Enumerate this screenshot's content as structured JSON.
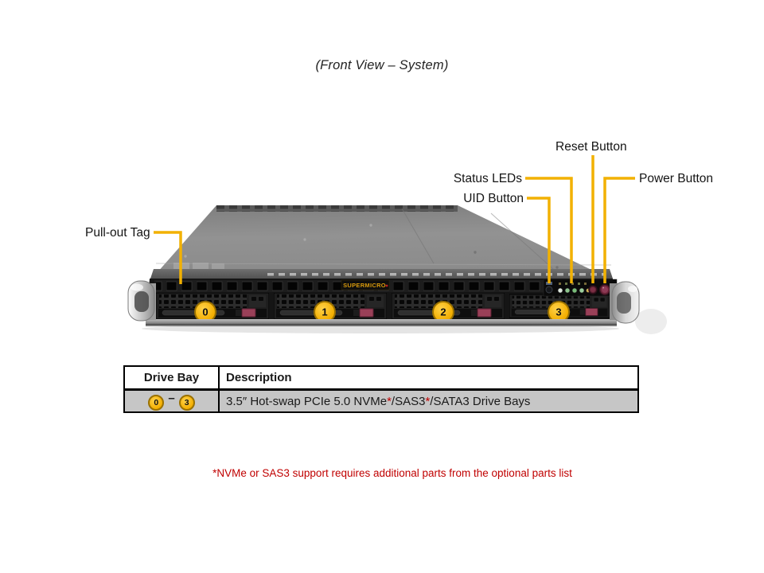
{
  "title": "(Front View – System)",
  "callouts": {
    "reset": {
      "label": "Reset Button"
    },
    "status": {
      "label": "Status LEDs"
    },
    "uid": {
      "label": "UID Button"
    },
    "power": {
      "label": "Power Button"
    },
    "pullout": {
      "label": "Pull-out Tag"
    }
  },
  "server": {
    "logo": "SUPERMICRO",
    "bays": [
      "0",
      "1",
      "2",
      "3"
    ]
  },
  "table": {
    "headers": [
      "Drive Bay",
      "Description"
    ],
    "row": {
      "bay_from": "0",
      "bay_dash": "–",
      "bay_to": "3",
      "desc_part1": "3.5″ Hot-swap PCIe 5.0 NVMe",
      "desc_star1": "*",
      "desc_part2": "/SAS3",
      "desc_star2": "*",
      "desc_part3": "/SATA3 Drive Bays"
    }
  },
  "footnote": "*NVMe or SAS3 support requires additional parts from the optional parts list",
  "colors": {
    "callout_line": "#F2B101",
    "badge_fill": "#F5B40A",
    "footnote_red": "#C00000"
  }
}
